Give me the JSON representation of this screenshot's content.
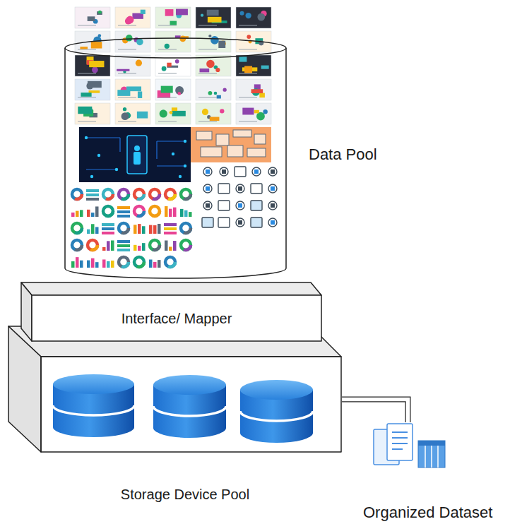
{
  "diagram": {
    "nodes": [
      {
        "text": [
          "Data Pool"
        ]
      },
      {
        "text": [
          "Interface/ Mapper"
        ]
      },
      {
        "text": [
          "Storage Device Pool"
        ]
      },
      {
        "text": [
          "Organized Dataset"
        ]
      }
    ],
    "edges": [
      {
        "from": 2,
        "to": 3,
        "arrow": "none"
      }
    ]
  }
}
